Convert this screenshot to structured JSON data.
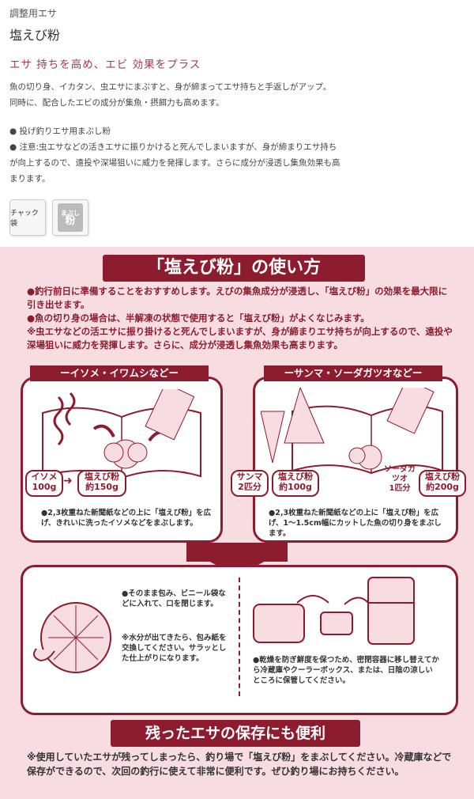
{
  "category": "調整用エサ",
  "product_name": "塩えび粉",
  "catchcopy": "エサ 持ちを高め、エビ 効果をプラス",
  "description": "魚の切り身、イカタン、虫エサにまぶすと、身が締まってエサ持ちと手返しがアップ。同時に、配合したエビの成分が集魚・摂餌力も高めます。",
  "bullets": [
    "● 投げ釣りエサ用まぶし粉",
    "● 注意:虫エサなどの活きエサに振りかけると死んでしまいますが、身が締まりエサ持ちが向上するので、遠投や深場狙いに威力を発揮します。さらに成分が浸透し集魚効果も高まります。"
  ],
  "icons": [
    {
      "name": "chuck-bag-icon",
      "label": "チャック袋"
    },
    {
      "name": "mabushi-powder-icon",
      "label_top": "まぶし",
      "label_main": "粉"
    }
  ],
  "howto": {
    "title": "「塩えび粉」の使い方",
    "points": [
      "●釣行前日に準備することをおすすめします。えびの集魚成分が浸透し、「塩えび粉」の効果を最大限に引き出せます。",
      "●魚の切り身の場合は、半解凍の状態で使用すると「塩えび粉」がよくなじみます。",
      "※虫エサなどの活エサに振り掛けると死んでしまいますが、身が締まりエサ持ちが向上するので、遠投や深場狙いに威力を発揮します。さらに、成分が浸透し集魚効果も高まります。"
    ],
    "left_panel": {
      "tag": "ーイソメ・イワムシなどー",
      "bait": "イソメ",
      "bait_amount": "100g",
      "powder": "塩えび粉",
      "powder_amount": "約150g",
      "note": "●2,3枚重ねた新聞紙などの上に「塩えび粉」を広げ、きれいに洗ったイソメなどをまぶします。"
    },
    "right_panel": {
      "tag": "ーサンマ・ソーダガツオなどー",
      "bait1": "サンマ",
      "bait1_amount": "2匹分",
      "powder1": "塩えび粉",
      "powder1_amount": "約100g",
      "bait2": "ソーダガツオ",
      "bait2_amount": "1匹分",
      "powder2": "塩えび粉",
      "powder2_amount": "約200g",
      "note": "●2,3枚重ねた新聞紙などの上に「塩えび粉」を広げ、1〜1.5cm幅にカットした魚の切り身をまぶします。"
    },
    "bottom_panel": {
      "note1": "●そのまま包み、ビニール袋などに入れて、口を閉じます。",
      "note2": "※水分が出てきたら、包み紙を交換してください。サラッとした仕上がりになります。",
      "note3": "●乾燥を防ぎ鮮度を保つため、密閉容器に移し替えてから冷蔵庫やクーラーボックス、または、日陰の涼しいところに保管してください。"
    }
  },
  "storage": {
    "title": "残ったエサの保存にも便利",
    "text": "※使用していたエサが残ってしまったら、釣り場で「塩えび粉」をまぶしてください。冷蔵庫などで保存ができるので、次回の釣行に使えて非常に便利です。ぜひ釣り場にお持ちください。"
  },
  "colors": {
    "accent": "#8c1c2e",
    "pink_bg": "#f7dde2",
    "catch": "#a23c4c"
  }
}
